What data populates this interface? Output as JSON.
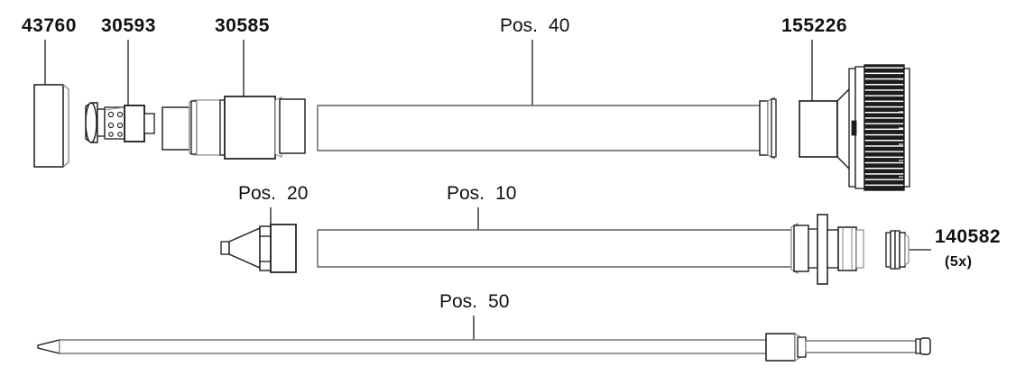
{
  "diagram": {
    "type": "exploded-parts-view",
    "background_color": "#ffffff",
    "line_color": "#1a1a1a",
    "shade_color": "#8a8a8a",
    "dark_fill": "#1c1c1c",
    "rows": 3
  },
  "labels": {
    "part_43760": "43760",
    "part_30593": "30593",
    "part_30585": "30585",
    "part_155226": "155226",
    "part_140582": "140582",
    "part_140582_qty": "(5x)",
    "pos_40_word": "Pos.",
    "pos_40_num": "40",
    "pos_20_word": "Pos.",
    "pos_20_num": "20",
    "pos_10_word": "Pos.",
    "pos_10_num": "10",
    "pos_50_word": "Pos.",
    "pos_50_num": "50"
  },
  "parts": [
    {
      "id": "43760",
      "label": "43760",
      "row": 1,
      "kind": "sleeve",
      "description": "plain rounded rectangular sleeve"
    },
    {
      "id": "30593",
      "label": "30593",
      "row": 1,
      "kind": "valve-insert",
      "description": "round flange with dotted body and hex block"
    },
    {
      "id": "30585",
      "label": "30585",
      "row": 1,
      "kind": "stepped-coupler",
      "description": "stepped cylindrical coupler, four segments"
    },
    {
      "id": "Pos. 40",
      "label": "Pos. 40",
      "row": 1,
      "kind": "long-tube",
      "description": "long straight tube with end flange"
    },
    {
      "id": "155226",
      "label": "155226",
      "row": 1,
      "kind": "knurled-cap",
      "description": "tapered body with dark knurled ring cap"
    },
    {
      "id": "Pos. 20",
      "label": "Pos. 20",
      "row": 2,
      "kind": "nozzle",
      "description": "conical nozzle tip with stepped collar"
    },
    {
      "id": "Pos. 10",
      "label": "Pos. 10",
      "row": 2,
      "kind": "long-tube",
      "description": "long straight tube with flanged threaded connector"
    },
    {
      "id": "140582",
      "label": "140582",
      "qty": "(5x)",
      "row": 2,
      "kind": "seal-ring",
      "description": "small ribbed seal ring, quantity five"
    },
    {
      "id": "Pos. 50",
      "label": "Pos. 50",
      "row": 3,
      "kind": "needle-rod",
      "description": "long pointed needle rod with collar block and end cap"
    }
  ]
}
